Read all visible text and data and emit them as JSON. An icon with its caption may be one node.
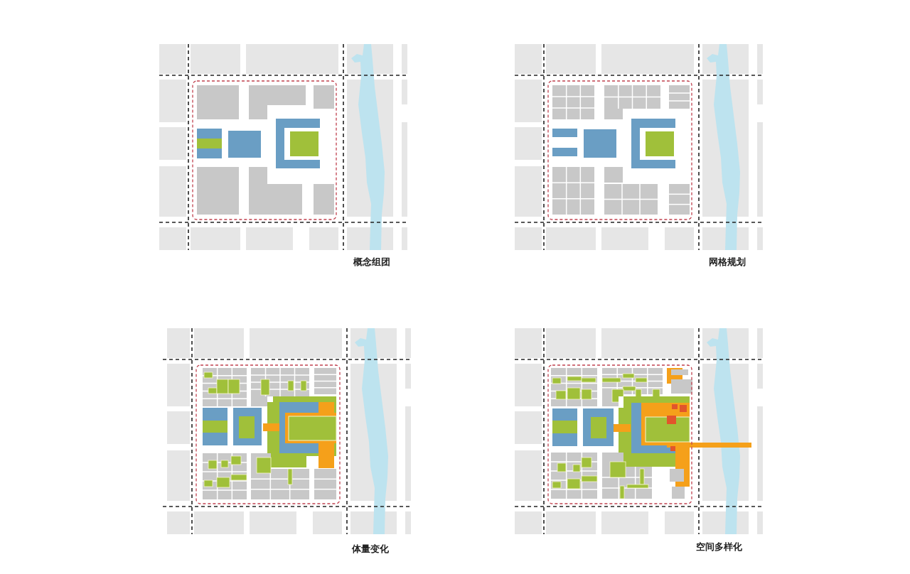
{
  "diagram": {
    "labels": [
      "概念组团",
      "网格规划",
      "体量变化",
      "空间多样化"
    ]
  }
}
